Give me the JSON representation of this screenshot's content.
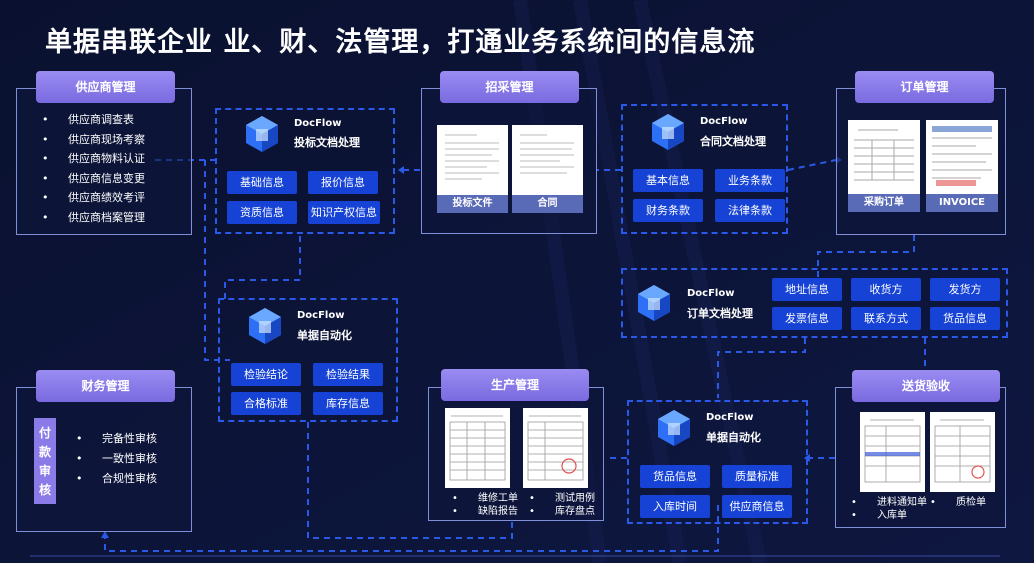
{
  "title": "单据串联企业 业、财、法管理，打通业务系统间的信息流",
  "colors": {
    "background": "#0b1231",
    "accent": "#1643d6",
    "header": "#8b7be8",
    "dashed": "#2a59e8"
  },
  "brand": "DocFlow",
  "logo_icon": "docflow-cube-icon",
  "supplier": {
    "title": "供应商管理",
    "items": [
      "供应商调查表",
      "供应商现场考察",
      "供应商物料认证",
      "供应商信息变更",
      "供应商绩效考评",
      "供应商档案管理"
    ]
  },
  "bidding": {
    "subtitle": "投标文档处理",
    "chips": [
      "基础信息",
      "报价信息",
      "资质信息",
      "知识产权信息"
    ]
  },
  "procurement": {
    "title": "招采管理",
    "doc1": "投标文件",
    "doc2": "合同"
  },
  "contract": {
    "subtitle": "合同文档处理",
    "chips": [
      "基本信息",
      "业务条款",
      "财务条款",
      "法律条款"
    ]
  },
  "order": {
    "title": "订单管理",
    "doc1": "采购订单",
    "doc2": "INVOICE"
  },
  "order_doc": {
    "subtitle": "订单文档处理",
    "chips": [
      "地址信息",
      "收货方",
      "发货方",
      "发票信息",
      "联系方式",
      "货品信息"
    ]
  },
  "auto1": {
    "subtitle": "单据自动化",
    "chips": [
      "检验结论",
      "检验结果",
      "合格标准",
      "库存信息"
    ]
  },
  "finance": {
    "title": "财务管理",
    "vertical": "付款审核",
    "items": [
      "完备性审核",
      "一致性审核",
      "合规性审核"
    ]
  },
  "production": {
    "title": "生产管理",
    "items_left": [
      "维修工单",
      "缺陷报告"
    ],
    "items_right": [
      "测试用例",
      "库存盘点"
    ]
  },
  "auto2": {
    "subtitle": "单据自动化",
    "chips": [
      "货品信息",
      "质量标准",
      "入库时间",
      "供应商信息"
    ]
  },
  "delivery": {
    "title": "送货验收",
    "items_left": [
      "进料通知单",
      "入库单"
    ],
    "items_right": [
      "质检单"
    ]
  }
}
